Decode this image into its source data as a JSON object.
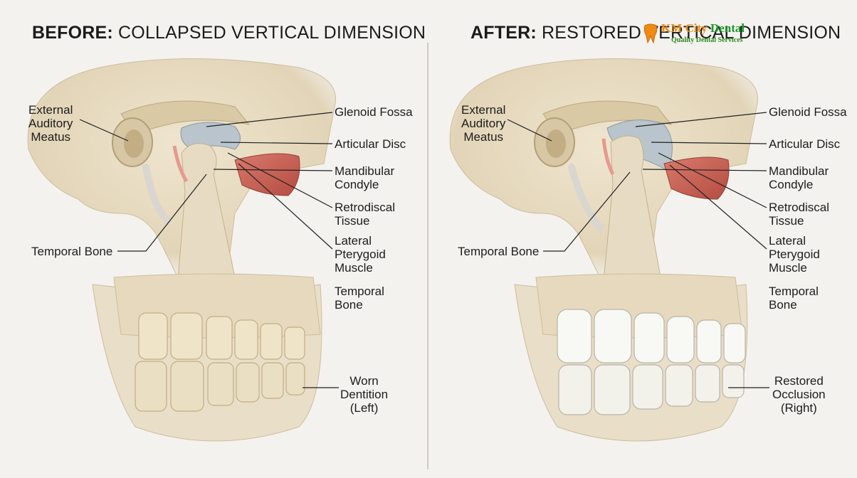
{
  "left_panel": {
    "title_bold": "BEFORE:",
    "title_rest": " COLLAPSED VERTICAL DIMENSION",
    "labels": {
      "external_auditory_meatus": "External\nAuditory\nMeatus",
      "glenoid_fossa": "Glenoid Fossa",
      "articular_disc": "Articular Disc",
      "mandibular_condyle": "Mandibular\nCondyle",
      "retrodiscal_tissue": "Retrodiscal\nTissue",
      "lateral_pterygoid": "Lateral\nPterygoid\nMuscle",
      "temporal_bone_upper": "Temporal Bone",
      "temporal_bone_lower": "Temporal\nBone",
      "dentition": "Worn\nDentition\n(Left)"
    }
  },
  "right_panel": {
    "title_bold": "AFTER:",
    "title_rest": " RESTORED VERTICAL DIMENSION",
    "labels": {
      "external_auditory_meatus": "External\nAuditory\nMeatus",
      "glenoid_fossa": "Glenoid Fossa",
      "articular_disc": "Articular Disc",
      "mandibular_condyle": "Mandibular\nCondyle",
      "retrodiscal_tissue": "Retrodiscal\nTissue",
      "lateral_pterygoid": "Lateral\nPterygoid\nMuscle",
      "temporal_bone_upper": "Temporal Bone",
      "temporal_bone_lower": "Temporal\nBone",
      "dentition": "Restored\nOcclusion\n(Right)"
    }
  },
  "logo": {
    "name_orange": "KM City ",
    "name_green": "Dental",
    "tagline": "Quality Dental Services"
  },
  "colors": {
    "bone": "#e8dcc4",
    "bone_shadow": "#cdbd9c",
    "muscle": "#c85a4f",
    "disc": "#b9c4cc",
    "tooth_worn": "#efe4c8",
    "tooth_restored": "#f8f8f4",
    "brand_orange": "#f08a12",
    "brand_green": "#1f9a2e"
  }
}
